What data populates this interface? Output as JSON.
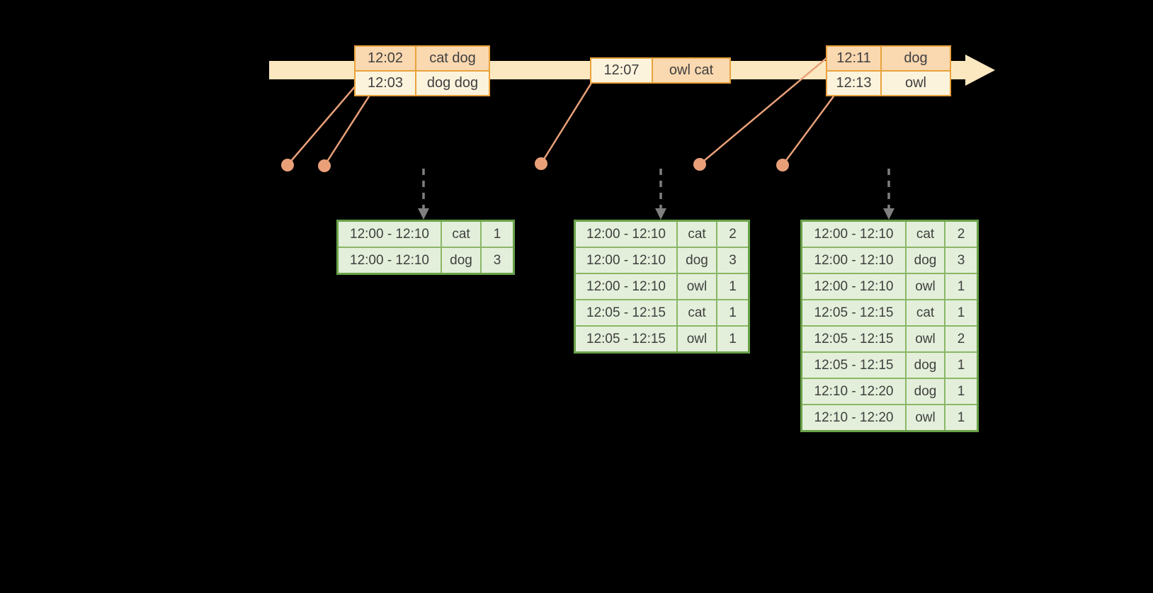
{
  "canvas": {
    "background": "#000000"
  },
  "colors": {
    "timeline_fill": "#FBE8C0",
    "orange_border": "#E8A33D",
    "peach_fill": "#FAD8B0",
    "cream_fill": "#FCF3DC",
    "green_border": "#69A24A",
    "green_grid": "#8AB766",
    "green_fill": "#E3EFDA",
    "dot_color": "#E9A079",
    "arrow_gray": "#7F7F7F",
    "text_color": "#3F3F3F"
  },
  "event_tables": [
    {
      "name": "events-batch-1",
      "rows": [
        [
          "12:02",
          "cat dog"
        ],
        [
          "12:03",
          "dog dog"
        ]
      ],
      "fills": [
        [
          "peach",
          "peach"
        ],
        [
          "cream",
          "cream"
        ]
      ]
    },
    {
      "name": "events-batch-2",
      "rows": [
        [
          "12:07",
          "owl cat"
        ]
      ],
      "fills": [
        [
          "cream",
          "peach"
        ]
      ]
    },
    {
      "name": "events-batch-3",
      "rows": [
        [
          "12:11",
          "dog"
        ],
        [
          "12:13",
          "owl"
        ]
      ],
      "fills": [
        [
          "peach",
          "peach"
        ],
        [
          "cream",
          "cream"
        ]
      ]
    }
  ],
  "result_tables": [
    {
      "name": "windowed-counts-1",
      "rows": [
        [
          "12:00 - 12:10",
          "cat",
          "1"
        ],
        [
          "12:00 - 12:10",
          "dog",
          "3"
        ]
      ]
    },
    {
      "name": "windowed-counts-2",
      "rows": [
        [
          "12:00 - 12:10",
          "cat",
          "2"
        ],
        [
          "12:00 - 12:10",
          "dog",
          "3"
        ],
        [
          "12:00 - 12:10",
          "owl",
          "1"
        ],
        [
          "12:05 - 12:15",
          "cat",
          "1"
        ],
        [
          "12:05 - 12:15",
          "owl",
          "1"
        ]
      ]
    },
    {
      "name": "windowed-counts-3",
      "rows": [
        [
          "12:00 - 12:10",
          "cat",
          "2"
        ],
        [
          "12:00 - 12:10",
          "dog",
          "3"
        ],
        [
          "12:00 - 12:10",
          "owl",
          "1"
        ],
        [
          "12:05 - 12:15",
          "cat",
          "1"
        ],
        [
          "12:05 - 12:15",
          "owl",
          "2"
        ],
        [
          "12:05 - 12:15",
          "dog",
          "1"
        ],
        [
          "12:10 - 12:20",
          "dog",
          "1"
        ],
        [
          "12:10 - 12:20",
          "owl",
          "1"
        ]
      ]
    }
  ]
}
